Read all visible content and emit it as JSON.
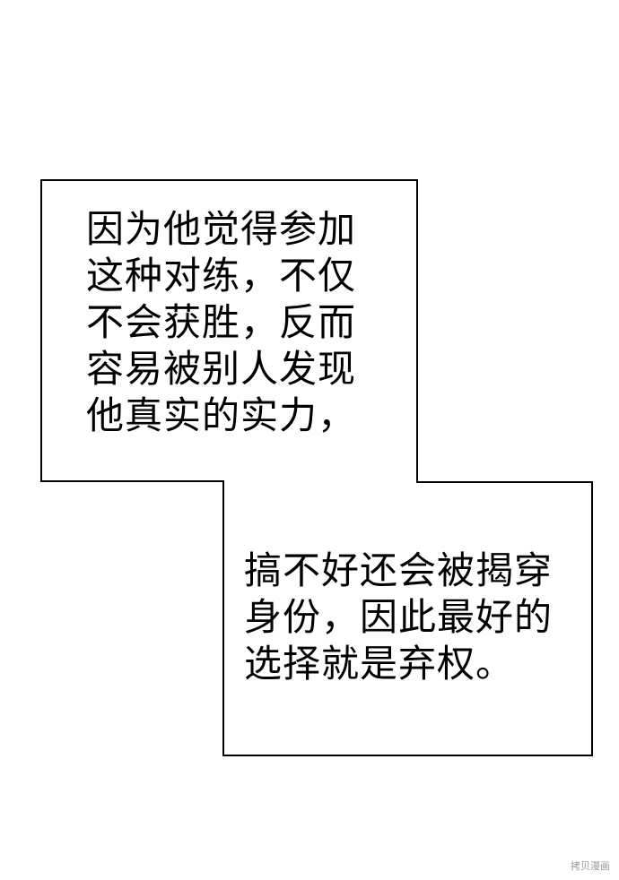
{
  "speech_box_top": {
    "lines": [
      "因为他觉得参加",
      "这种对练，不仅",
      "不会获胜，反而",
      "容易被别人发现",
      "他真实的实力，"
    ]
  },
  "speech_box_bottom": {
    "lines": [
      "搞不好还会被揭穿",
      "身份，因此最好的",
      "选择就是弃权。"
    ]
  },
  "watermark": {
    "text": "拷贝漫画"
  }
}
